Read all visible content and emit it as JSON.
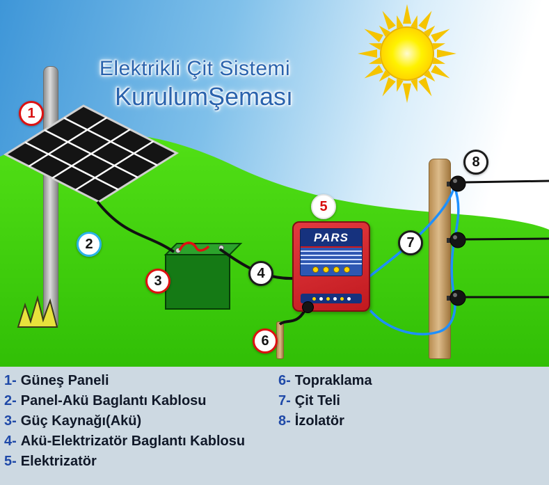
{
  "title": {
    "line1": "Elektrikli Çit Sistemi",
    "line2": "KurulumŞeması"
  },
  "badges": [
    "1",
    "2",
    "3",
    "4",
    "5",
    "6",
    "7",
    "8"
  ],
  "device": {
    "brand": "PARS"
  },
  "legend": {
    "left": [
      {
        "num": "1-",
        "label": "Güneş Paneli"
      },
      {
        "num": "2-",
        "label": "Panel-Akü Baglantı Kablosu"
      },
      {
        "num": "3-",
        "label": "Güç Kaynağı(Akü)"
      },
      {
        "num": "4-",
        "label": "Akü-Elektrizatör Baglantı Kablosu"
      },
      {
        "num": "5-",
        "label": "Elektrizatör"
      }
    ],
    "right": [
      {
        "num": "6-",
        "label": "Topraklama"
      },
      {
        "num": "7-",
        "label": "Çit Teli"
      },
      {
        "num": "8-",
        "label": "İzolatör"
      }
    ]
  },
  "colors": {
    "sky_blue": "#3e96d8",
    "grass_green": "#3ecc0c",
    "title_blue": "#2a63ad",
    "device_red": "#d62b2f",
    "wire_blue": "#1e90ff",
    "post_tan": "#c99e63",
    "battery_green": "#157a15",
    "sun_yellow": "#ffe400",
    "legend_bg": "#cdd9e2"
  }
}
